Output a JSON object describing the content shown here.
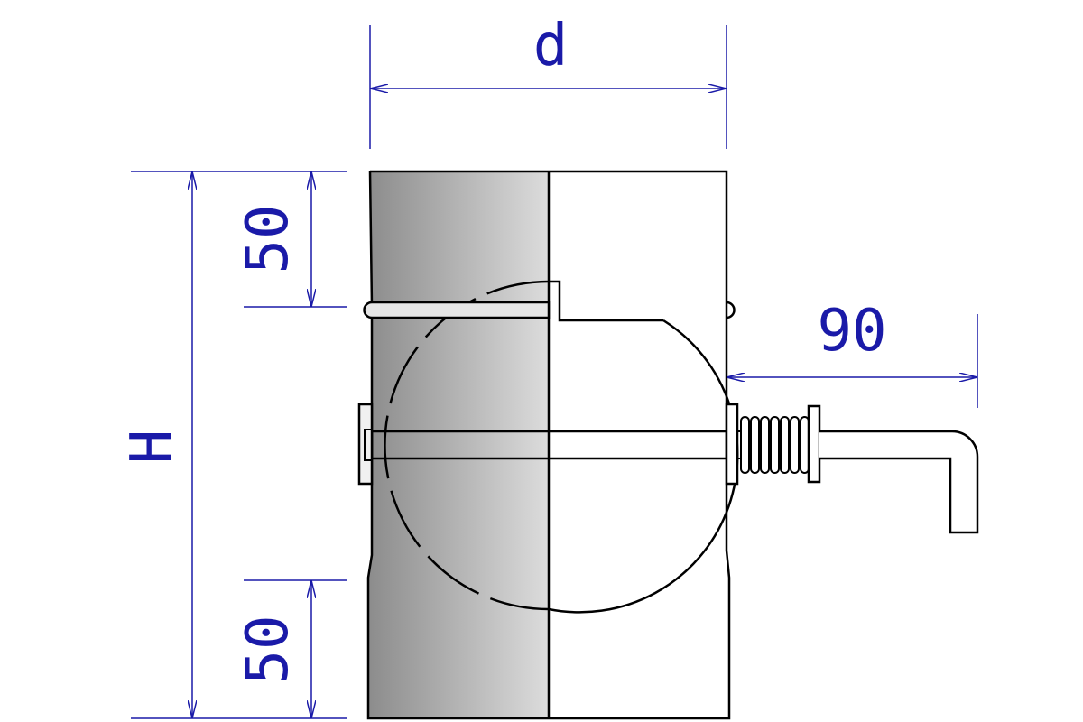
{
  "dimensions": {
    "diameter": "d",
    "height": "H",
    "top_offset": "50",
    "bottom_offset": "50",
    "handle_reach": "90"
  },
  "colors": {
    "dimension": "#1a1aa8",
    "outline": "#000000",
    "shading_dark": "#8c8c8c",
    "shading_light": "#dcdcdc",
    "background": "#ffffff"
  }
}
